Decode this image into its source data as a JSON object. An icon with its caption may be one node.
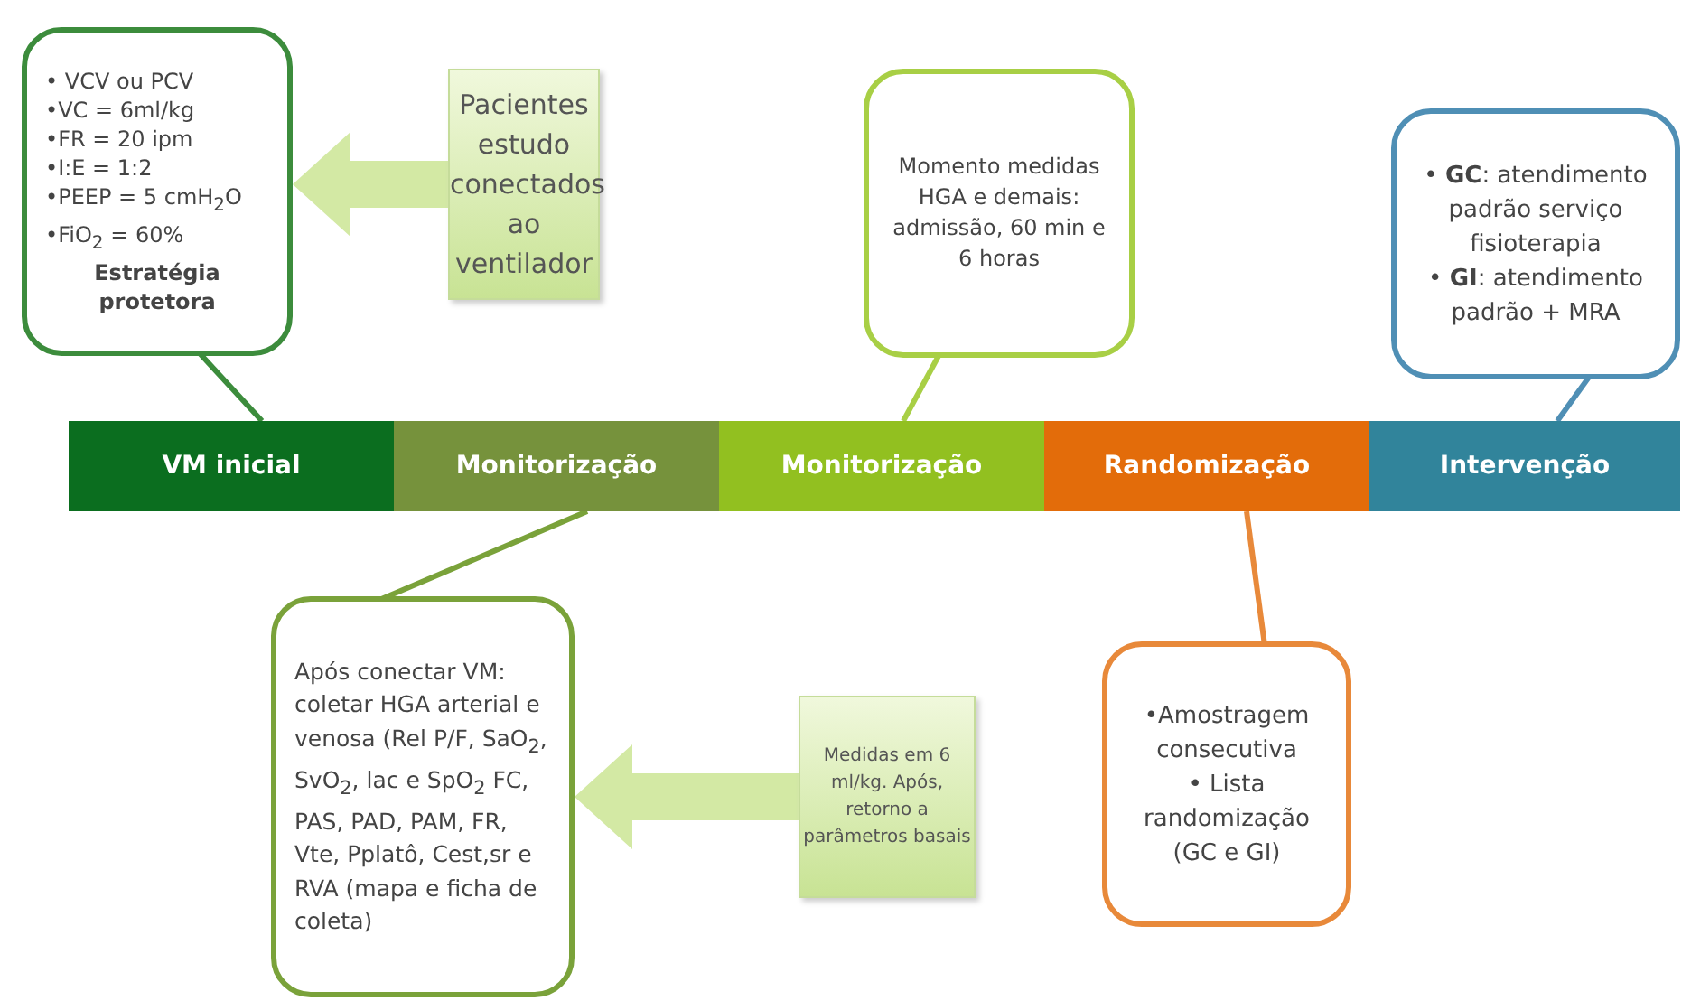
{
  "diagram": {
    "nodes": [
      {
        "text": [
          "• VCV ou PCV",
          "•VC = 6ml/kg",
          "•FR = 20 ipm",
          "•I:E = 1:2",
          "•PEEP = 5 cmH$_{2}$O",
          "•FiO$_{2}$ = 60%",
          "Estratégia protetora"
        ]
      },
      {
        "text": [
          "Pacientes estudo conectados ao ventilador"
        ]
      },
      {
        "text": [
          "Momento medidas HGA e demais: admissão, 60 min e 6 horas"
        ]
      },
      {
        "text": [
          "• **GC**: atendimento padrão serviço fisioterapia",
          "• **GI**: atendimento padrão + MRA"
        ]
      },
      {
        "text": [
          "VM inicial"
        ]
      },
      {
        "text": [
          "Monitorização"
        ]
      },
      {
        "text": [
          "Monitorização"
        ]
      },
      {
        "text": [
          "Randomização"
        ]
      },
      {
        "text": [
          "Intervenção"
        ]
      },
      {
        "text": [
          "Após conectar VM: coletar HGA arterial e venosa (Rel P/F, SaO$_{2}$, SvO$_{2}$, lac e SpO$_{2}$ FC, PAS, PAD, PAM, FR, Vte, Pplatô, Cest,sr e RVA (mapa e ficha de coleta)"
        ]
      },
      {
        "text": [
          "Medidas em 6 ml/kg. Após, retorno a parâmetros basais"
        ]
      },
      {
        "text": [
          "•Amostragem consecutiva",
          "• Lista randomização (GC e GI)"
        ]
      }
    ],
    "edges": [
      {
        "from": 0,
        "to": 4,
        "arrow": "none",
        "color": "#3c8c3c"
      },
      {
        "from": 1,
        "to": 0,
        "arrow": "to",
        "style": "thick",
        "color": "#d3e9a4"
      },
      {
        "from": 2,
        "to": 6,
        "arrow": "none",
        "color": "#a8cf45"
      },
      {
        "from": 3,
        "to": 8,
        "arrow": "none",
        "color": "#4f8fb5"
      },
      {
        "from": 9,
        "to": 5,
        "arrow": "none",
        "color": "#7aa23a"
      },
      {
        "from": 10,
        "to": 9,
        "arrow": "to",
        "style": "thick",
        "color": "#d3e9a4"
      },
      {
        "from": 11,
        "to": 7,
        "arrow": "none",
        "color": "#e8893a"
      }
    ]
  }
}
